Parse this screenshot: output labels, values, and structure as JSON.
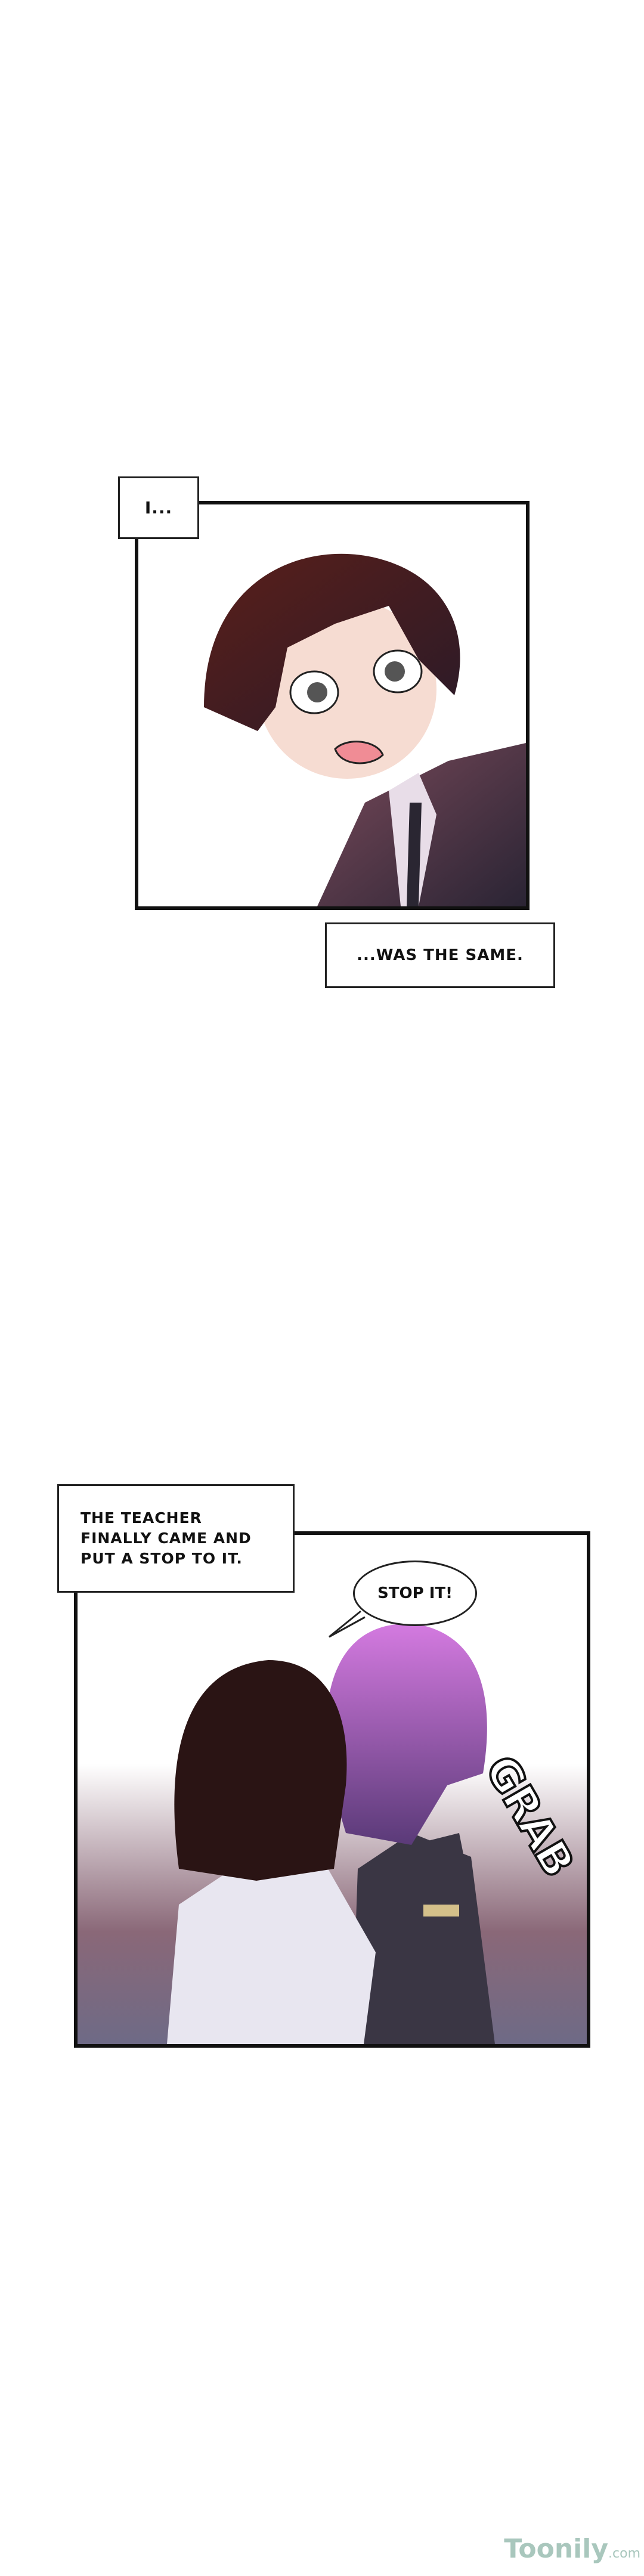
{
  "panel1": {
    "caption_top": "I...",
    "caption_bottom": "...WAS THE SAME."
  },
  "panel2": {
    "caption": "THE TEACHER FINALLY CAME AND PUT A STOP TO IT.",
    "speech": "STOP IT!",
    "sfx": "GRAB"
  },
  "watermark": {
    "brand": "Toonily",
    "suffix": ".com"
  },
  "colors": {
    "hair_boy": "#3a1a1e",
    "suit": "#3c3648",
    "hair_purple": "#9a5ad0",
    "bg_gradient": "#8a6878",
    "watermark": "#a9c7bd"
  }
}
